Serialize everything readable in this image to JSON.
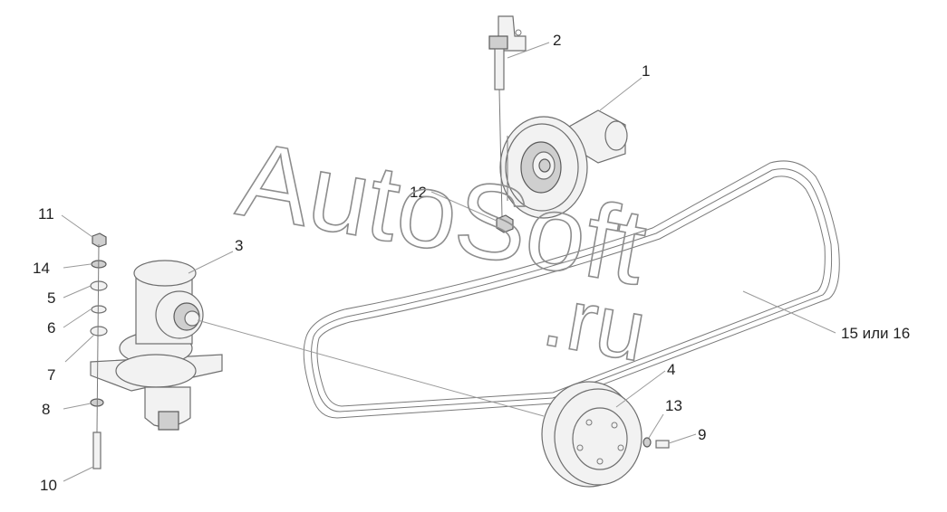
{
  "watermark": {
    "line1": "AutoSoft",
    "line2": ".ru"
  },
  "callouts": [
    {
      "id": "c1",
      "text": "1"
    },
    {
      "id": "c2",
      "text": "2"
    },
    {
      "id": "c3",
      "text": "3"
    },
    {
      "id": "c4",
      "text": "4"
    },
    {
      "id": "c5",
      "text": "5"
    },
    {
      "id": "c6",
      "text": "6"
    },
    {
      "id": "c7",
      "text": "7"
    },
    {
      "id": "c8",
      "text": "8"
    },
    {
      "id": "c9",
      "text": "9"
    },
    {
      "id": "c10",
      "text": "10"
    },
    {
      "id": "c11",
      "text": "11"
    },
    {
      "id": "c12",
      "text": "12"
    },
    {
      "id": "c13",
      "text": "13"
    },
    {
      "id": "c14",
      "text": "14"
    },
    {
      "id": "c15",
      "text": "15 или 16"
    }
  ]
}
